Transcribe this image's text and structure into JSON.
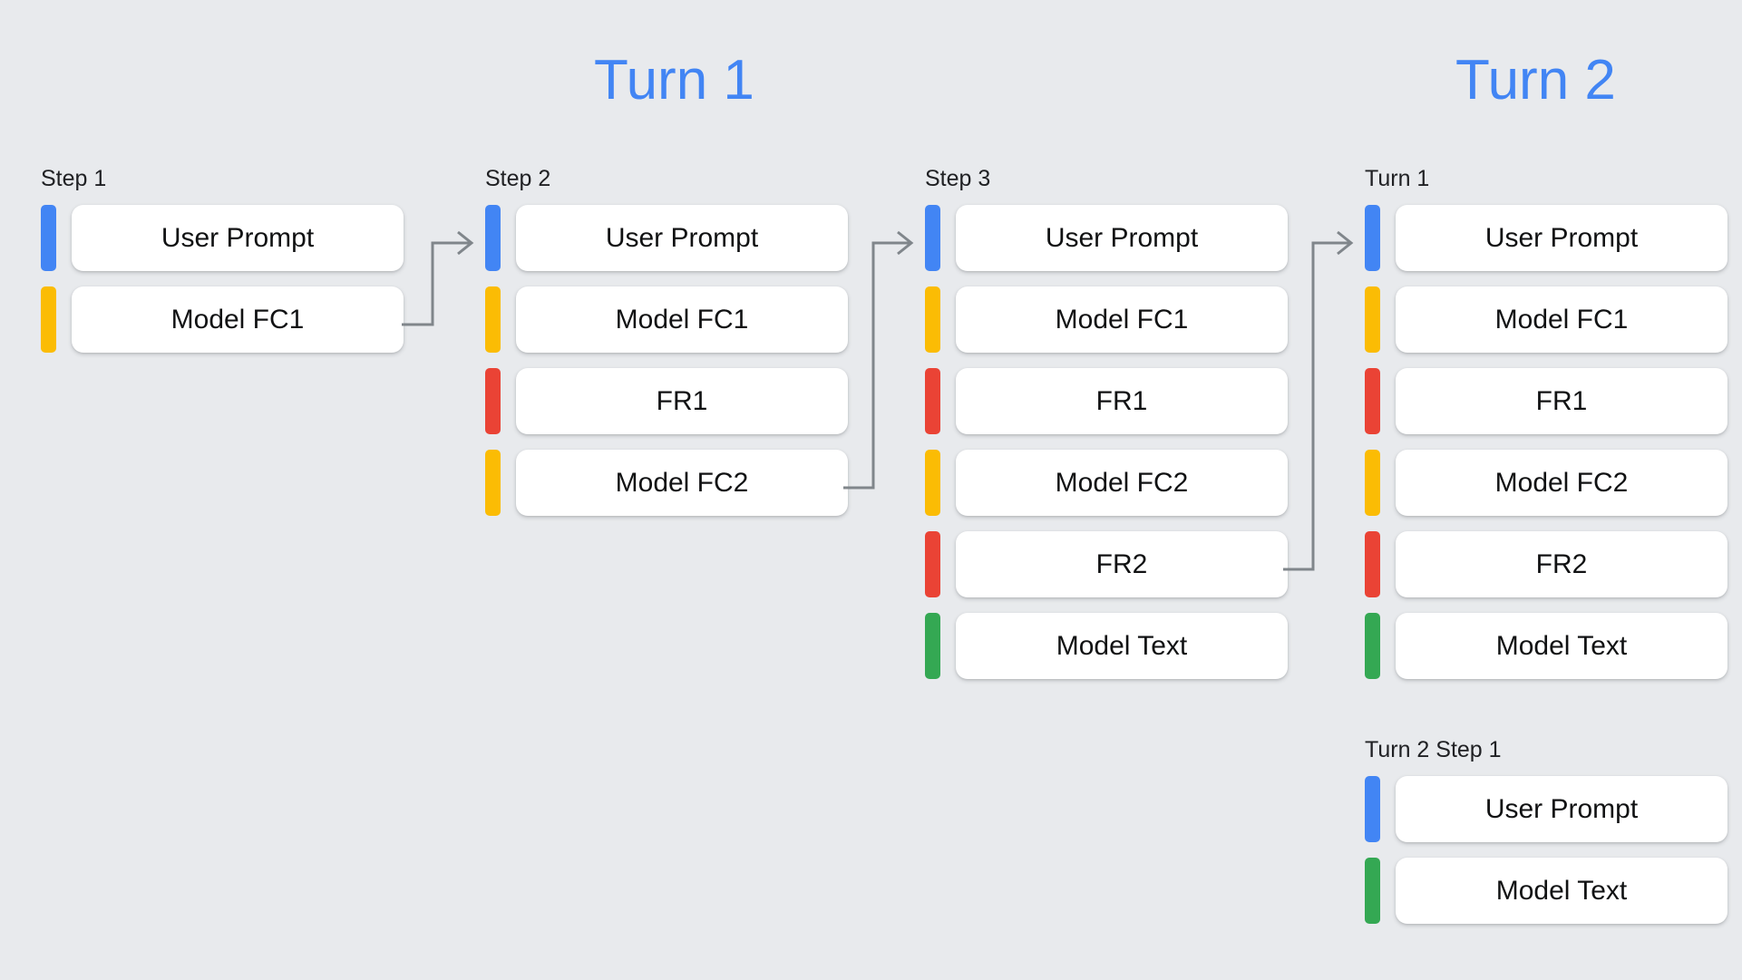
{
  "background_color": "#e8eaed",
  "palette": {
    "blue": "#4285f4",
    "yellow": "#fbbc04",
    "red": "#ea4335",
    "green": "#34a853",
    "connector_gray": "#80868b",
    "card_white": "#ffffff"
  },
  "sections": {
    "turn_1_title": "Turn 1",
    "turn_2_title": "Turn 2"
  },
  "columns": {
    "step_1": {
      "header": "Step 1",
      "rows": [
        {
          "label": "User Prompt",
          "color": "blue"
        },
        {
          "label": "Model FC1",
          "color": "yellow"
        }
      ]
    },
    "step_2": {
      "header": "Step 2",
      "rows": [
        {
          "label": "User Prompt",
          "color": "blue"
        },
        {
          "label": "Model FC1",
          "color": "yellow"
        },
        {
          "label": "FR1",
          "color": "red"
        },
        {
          "label": "Model FC2",
          "color": "yellow"
        }
      ]
    },
    "step_3": {
      "header": "Step 3",
      "rows": [
        {
          "label": "User Prompt",
          "color": "blue"
        },
        {
          "label": "Model FC1",
          "color": "yellow"
        },
        {
          "label": "FR1",
          "color": "red"
        },
        {
          "label": "Model FC2",
          "color": "yellow"
        },
        {
          "label": "FR2",
          "color": "red"
        },
        {
          "label": "Model Text",
          "color": "green"
        }
      ]
    },
    "turn_1_final": {
      "header": "Turn 1",
      "rows": [
        {
          "label": "User Prompt",
          "color": "blue"
        },
        {
          "label": "Model FC1",
          "color": "yellow"
        },
        {
          "label": "FR1",
          "color": "red"
        },
        {
          "label": "Model FC2",
          "color": "yellow"
        },
        {
          "label": "FR2",
          "color": "red"
        },
        {
          "label": "Model Text",
          "color": "green"
        }
      ]
    },
    "turn_2_step_1": {
      "header": "Turn 2 Step 1",
      "rows": [
        {
          "label": "User Prompt",
          "color": "blue"
        },
        {
          "label": "Model Text",
          "color": "green"
        }
      ]
    }
  },
  "connectors": [
    {
      "name": "step-1-to-step-2",
      "from_row": "Model FC1",
      "to_row": "User Prompt"
    },
    {
      "name": "step-2-to-step-3",
      "from_row": "Model FC2",
      "to_row": "User Prompt"
    },
    {
      "name": "step-3-to-turn-1-final",
      "from_row": "FR2",
      "to_row": "User Prompt"
    }
  ]
}
